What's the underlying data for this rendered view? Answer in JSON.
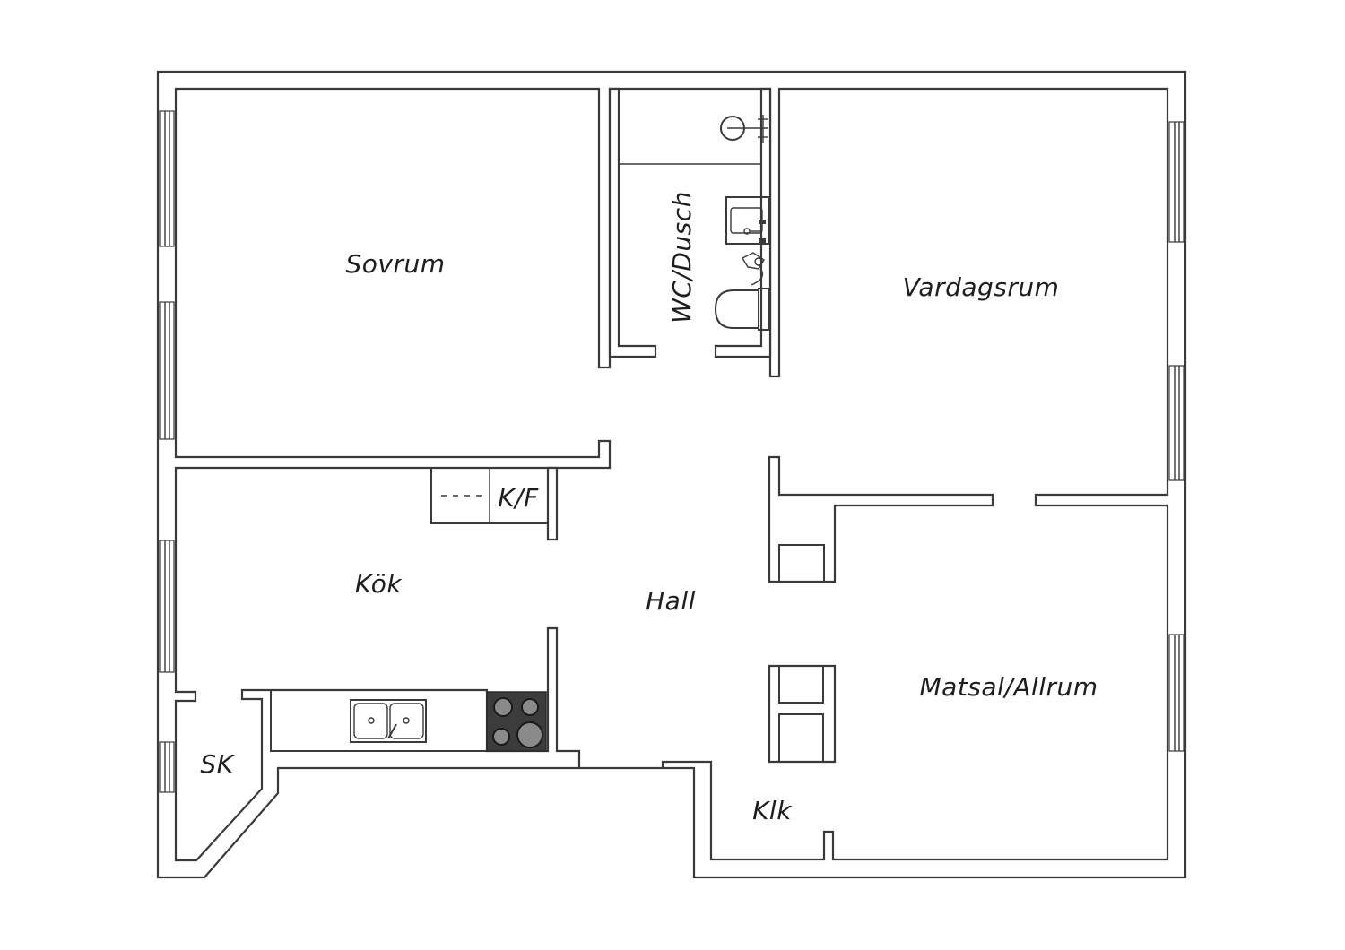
{
  "rooms": {
    "sovrum": "Sovrum",
    "wc_dusch": "WC/Dusch",
    "vardagsrum": "Vardagsrum",
    "kok": "Kök",
    "kf": "K/F",
    "hall": "Hall",
    "matsal": "Matsal/Allrum",
    "sk": "SK",
    "klk": "Klk"
  },
  "colors": {
    "wall": "#3a3a3a",
    "stove": "#3c3c3c",
    "background": "#ffffff"
  }
}
